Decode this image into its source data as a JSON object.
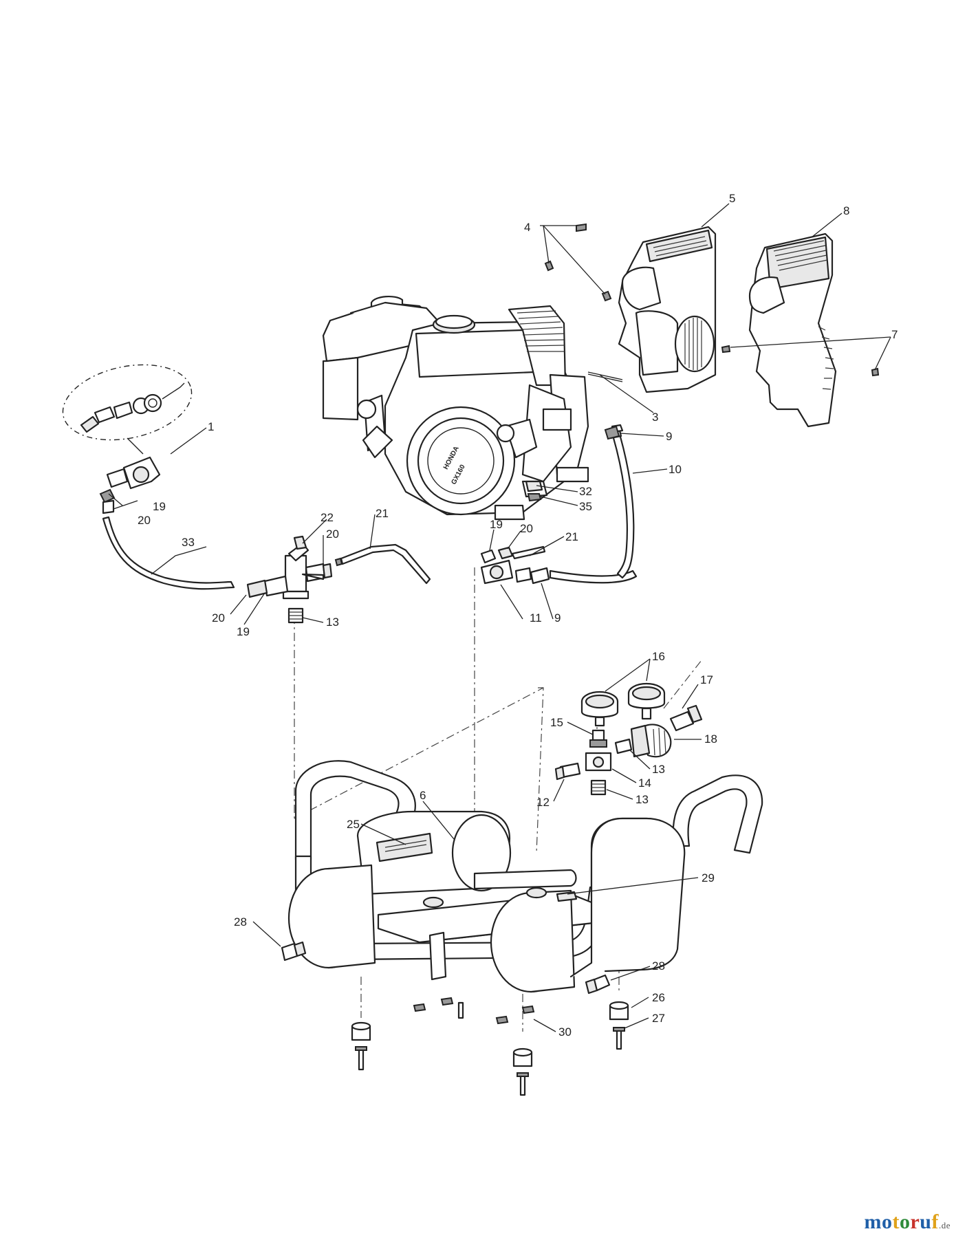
{
  "engine": {
    "brand_text": "HONDA",
    "model_text": "GX160"
  },
  "callouts": [
    {
      "id": "c1",
      "label": "1"
    },
    {
      "id": "c3",
      "label": "3"
    },
    {
      "id": "c4",
      "label": "4"
    },
    {
      "id": "c5",
      "label": "5"
    },
    {
      "id": "c6",
      "label": "6"
    },
    {
      "id": "c7",
      "label": "7"
    },
    {
      "id": "c8",
      "label": "8"
    },
    {
      "id": "c9a",
      "label": "9"
    },
    {
      "id": "c9b",
      "label": "9"
    },
    {
      "id": "c10",
      "label": "10"
    },
    {
      "id": "c11",
      "label": "11"
    },
    {
      "id": "c12",
      "label": "12"
    },
    {
      "id": "c13a",
      "label": "13"
    },
    {
      "id": "c13b",
      "label": "13"
    },
    {
      "id": "c13c",
      "label": "13"
    },
    {
      "id": "c14",
      "label": "14"
    },
    {
      "id": "c15",
      "label": "15"
    },
    {
      "id": "c16",
      "label": "16"
    },
    {
      "id": "c17",
      "label": "17"
    },
    {
      "id": "c18",
      "label": "18"
    },
    {
      "id": "c19a",
      "label": "19"
    },
    {
      "id": "c19b",
      "label": "19"
    },
    {
      "id": "c19c",
      "label": "19"
    },
    {
      "id": "c20a",
      "label": "20"
    },
    {
      "id": "c20b",
      "label": "20"
    },
    {
      "id": "c20c",
      "label": "20"
    },
    {
      "id": "c20d",
      "label": "20"
    },
    {
      "id": "c21a",
      "label": "21"
    },
    {
      "id": "c21b",
      "label": "21"
    },
    {
      "id": "c22",
      "label": "22"
    },
    {
      "id": "c25",
      "label": "25"
    },
    {
      "id": "c26",
      "label": "26"
    },
    {
      "id": "c27",
      "label": "27"
    },
    {
      "id": "c28a",
      "label": "28"
    },
    {
      "id": "c28b",
      "label": "28"
    },
    {
      "id": "c29",
      "label": "29"
    },
    {
      "id": "c30",
      "label": "30"
    },
    {
      "id": "c32",
      "label": "32"
    },
    {
      "id": "c33",
      "label": "33"
    },
    {
      "id": "c35",
      "label": "35"
    }
  ],
  "logo": {
    "letters": [
      "m",
      "o",
      "t",
      "o",
      "r",
      "u",
      "f"
    ],
    "colors": [
      "#1f5fa8",
      "#1f5fa8",
      "#e0a21b",
      "#2e8b3a",
      "#c8322b",
      "#1f5fa8",
      "#e0a21b"
    ],
    "suffix": ".de"
  }
}
